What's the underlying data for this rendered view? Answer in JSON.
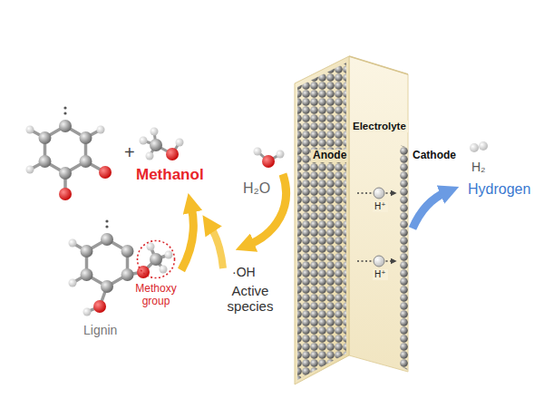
{
  "diagram": {
    "nodes": [
      {
        "text": [
          "Electrolyte",
          "Anode",
          "Cathode"
        ]
      },
      {
        "text": [
          "Methoxy group"
        ]
      }
    ],
    "labels": [
      "+",
      "Methanol",
      "Lignin",
      "H₂O",
      "·OH",
      "Active species",
      "H⁺",
      "H⁺",
      "H₂",
      "Hydrogen"
    ]
  }
}
